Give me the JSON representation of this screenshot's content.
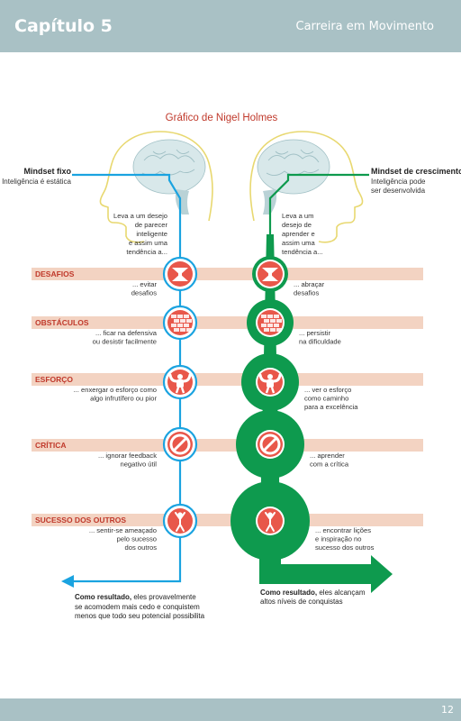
{
  "header": {
    "chapter": "Capítulo 5",
    "book_title": "Carreira em Movimento"
  },
  "footer": {
    "page_number": "12"
  },
  "infographic": {
    "title": "Gráfico de Nigel Holmes",
    "fixed": {
      "label": "Mindset fixo",
      "description": "Inteligência é estática",
      "intro": [
        "Leva a um desejo",
        "de parecer",
        "inteligente",
        "e assim uma",
        "tendência a..."
      ]
    },
    "growth": {
      "label": "Mindset de crescimento",
      "description": [
        "Inteligência pode",
        "ser desenvolvida"
      ],
      "intro": [
        "Leva a um",
        "desejo de",
        "aprender e",
        "assim uma",
        "tendência a..."
      ]
    },
    "rows": [
      {
        "label": "DESAFIOS",
        "icon": "challenge-icon",
        "fixed": [
          "... evitar",
          "desafios"
        ],
        "growth": [
          "... abraçar",
          "desafios"
        ]
      },
      {
        "label": "OBSTÁCULOS",
        "icon": "brick-wall-icon",
        "fixed": [
          "... ficar na defensiva",
          "ou desistir facilmente"
        ],
        "growth": [
          "... persistir",
          "na dificuldade"
        ]
      },
      {
        "label": "ESFORÇO",
        "icon": "flexing-strongman-icon",
        "fixed": [
          "... enxergar o esforço como",
          "algo infrutífero ou pior"
        ],
        "growth": [
          "... ver o esforço",
          "como caminho",
          "para a excelência"
        ]
      },
      {
        "label": "CRÍTICA",
        "icon": "no-sign-icon",
        "fixed": [
          "... ignorar feedback",
          "negativo útil"
        ],
        "growth": [
          "... aprender",
          "com a crítica"
        ]
      },
      {
        "label": "SUCESSO DOS OUTROS",
        "icon": "victory-person-icon",
        "fixed": [
          "... sentir-se ameaçado",
          "pelo sucesso",
          "dos outros"
        ],
        "growth": [
          "... encontrar lições",
          "e inspiração no",
          "sucesso dos outros"
        ]
      }
    ],
    "fixed_result": {
      "bold": "Como resultado,",
      "rest": " eles provavelmente",
      "lines": [
        "se acomodem mais cedo e conquistem",
        "menos que todo seu potencial possibilita"
      ]
    },
    "growth_result": {
      "bold": "Como resultado,",
      "rest": " eles alcançam",
      "lines": [
        "altos níveis de conquistas"
      ]
    },
    "colors": {
      "band": "#f3d3c2",
      "row_label": "#c0392b",
      "fixed_line": "#1aa3e0",
      "growth": "#0e9a4e",
      "icon_bg": "#e8574a",
      "brain": "#d8e8ea",
      "head_outline": "#e8d870"
    }
  }
}
